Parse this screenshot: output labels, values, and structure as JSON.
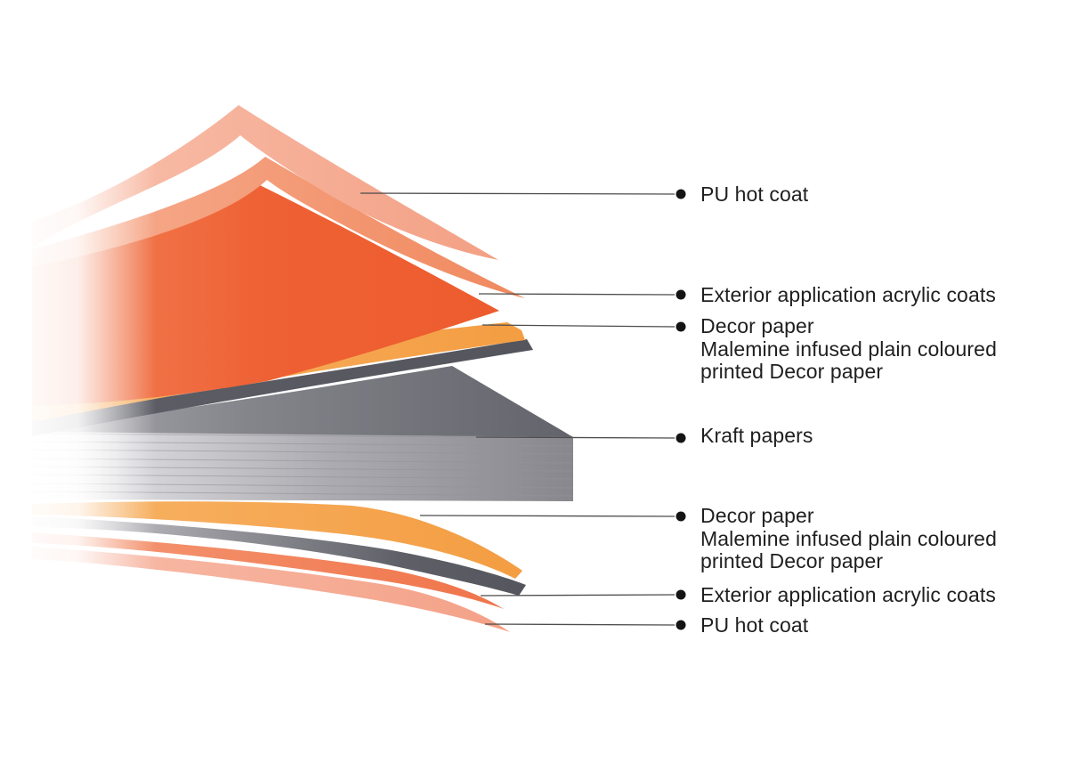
{
  "diagram": {
    "name": "exterior-laminate-layer-construction",
    "background": "#FFFFFF",
    "colors": {
      "text": "#1F1F1F",
      "leader_line": "#4D4D4D",
      "dot": "#141414",
      "kraft_gray_top": "#63636B",
      "kraft_gray_front": "#87878D"
    },
    "layers": [
      {
        "name": "pu-hot-coat-top-sheet",
        "color": "#F3A084"
      },
      {
        "name": "exterior-acrylic-top-sheet",
        "color": "#F0895E"
      },
      {
        "name": "laminate-orange-sheet",
        "color": "#ED5C2E"
      },
      {
        "name": "decor-paper-top-sheet",
        "color": "#F49D42"
      },
      {
        "name": "melamine-edge-top",
        "color": "#54555D"
      },
      {
        "name": "kraft-paper-stack",
        "color": "#87878D"
      },
      {
        "name": "decor-paper-bottom-sheet",
        "color": "#F49D42"
      },
      {
        "name": "melamine-edge-bottom",
        "color": "#54555D"
      },
      {
        "name": "exterior-acrylic-bottom-sheet",
        "color": "#F0744A"
      },
      {
        "name": "pu-hot-coat-bottom-sheet",
        "color": "#F4A187"
      }
    ],
    "labels": [
      {
        "id": "pu-hot-coat-top",
        "lines": [
          "PU hot coat"
        ]
      },
      {
        "id": "exterior-acrylic-top",
        "lines": [
          "Exterior application acrylic coats"
        ]
      },
      {
        "id": "decor-paper-top",
        "lines": [
          "Decor paper",
          "Malemine infused plain coloured",
          "printed Decor paper"
        ]
      },
      {
        "id": "kraft-papers",
        "lines": [
          "Kraft papers"
        ]
      },
      {
        "id": "decor-paper-bottom",
        "lines": [
          "Decor paper",
          "Malemine infused plain coloured",
          "printed Decor paper"
        ]
      },
      {
        "id": "exterior-acrylic-bottom",
        "lines": [
          "Exterior application acrylic coats"
        ]
      },
      {
        "id": "pu-hot-coat-bottom",
        "lines": [
          "PU hot coat"
        ]
      }
    ]
  }
}
